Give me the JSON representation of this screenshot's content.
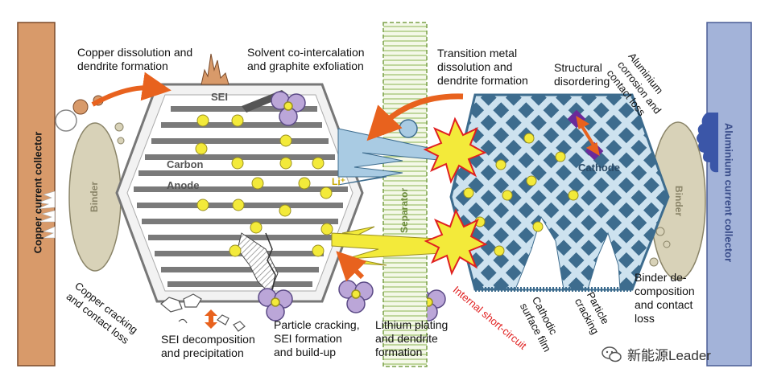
{
  "collectors": {
    "copper": "Copper current collector",
    "aluminium": "Aluminium current collector"
  },
  "binder_left": "Binder",
  "binder_right": "Binder",
  "separator": "Separator",
  "anode": {
    "sei": "SEI",
    "carbon": "Carbon",
    "anode": "Anode",
    "li_ion": "Li⁺"
  },
  "cathode": {
    "label": "Cathode"
  },
  "labels": {
    "copper_dissolution": "Copper dissolution and\ndendrite formation",
    "solvent_cointercalation": "Solvent co-intercalation\nand graphite exfoliation",
    "transition_metal": "Transition metal\ndissolution and\ndendrite formation",
    "structural_disordering": "Structural\ndisordering",
    "aluminium_corrosion": "Aluminium\ncorrosion and\ncontact loss",
    "copper_cracking": "Copper cracking\nand contact loss",
    "sei_decomposition": "SEI decomposition\nand precipitation",
    "particle_cracking_sei": "Particle cracking,\nSEI formation\nand build-up",
    "lithium_plating": "Lithium plating\nand dendrite\nformation",
    "internal_short": "Internal short-circuit",
    "cathodic_film": "Cathodic\nsurface film",
    "particle_cracking": "Particle\ncracking",
    "binder_decomp": "Binder de-\ncomposition\nand contact\nloss"
  },
  "watermark": "新能源Leader",
  "colors": {
    "copper_collector": "#d89a6a",
    "aluminium_collector": "#a3b3d9",
    "orange_arrow": "#e8621e",
    "short_circuit_text": "#e02020",
    "cathode_diamond": "#3d6c8e",
    "lithium_yellow": "#f3ea3a",
    "binder": "#d8d2b8"
  }
}
